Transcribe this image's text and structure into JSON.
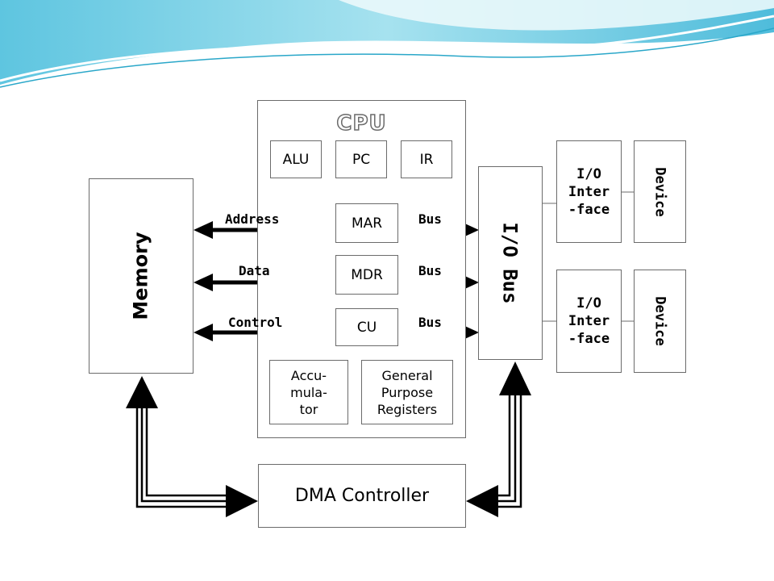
{
  "cpu": {
    "title": "CPU",
    "alu": "ALU",
    "pc": "PC",
    "ir": "IR",
    "mar": "MAR",
    "mdr": "MDR",
    "cu": "CU",
    "accumulator": "Accu-\nmula-\ntor",
    "gpr": "General\nPurpose\nRegisters"
  },
  "memory": "Memory",
  "io_bus": "I/O Bus",
  "dma": "DMA Controller",
  "io_interface_1": "I/O\nInter\n-face",
  "io_interface_2": "I/O\nInter\n-face",
  "device_1": "Device",
  "device_2": "Device",
  "buses": {
    "address": "Address",
    "data": "Data",
    "control": "Control",
    "bus1": "Bus",
    "bus2": "Bus",
    "bus3": "Bus"
  },
  "colors": {
    "header_light": "#dff4f8",
    "header_mid": "#7fd4e6",
    "header_dark": "#2bb5d3"
  }
}
